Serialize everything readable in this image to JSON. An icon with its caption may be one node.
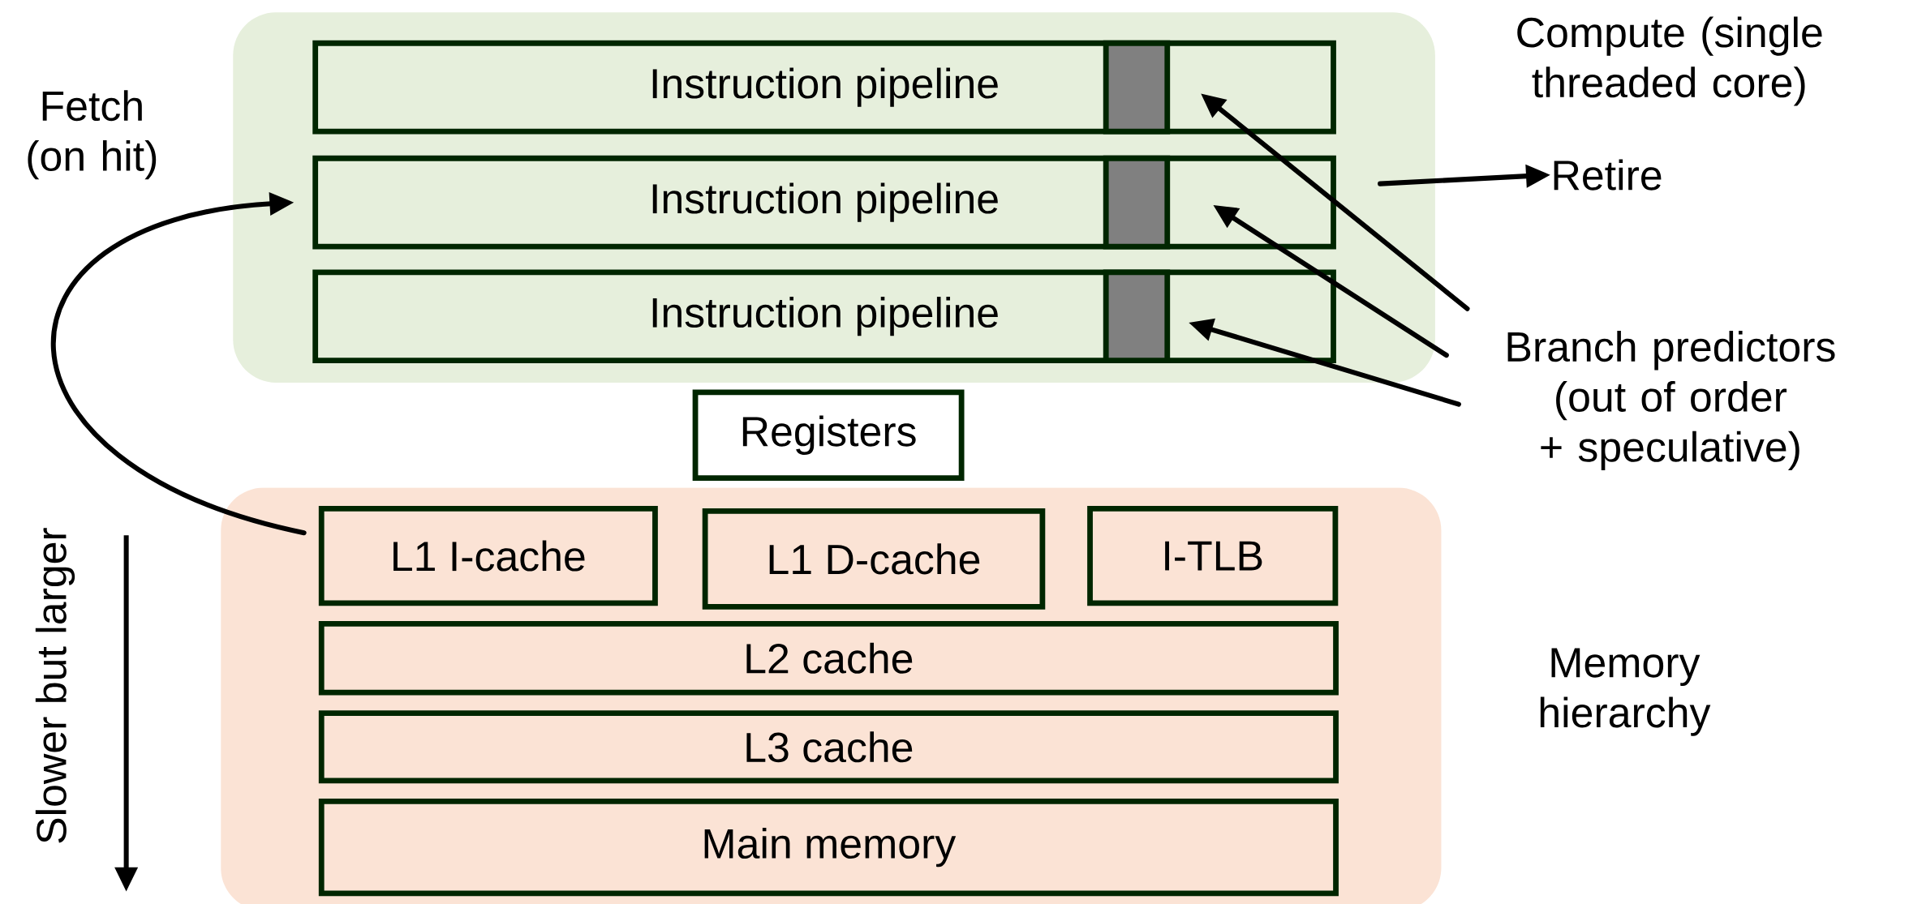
{
  "diagram": {
    "nodes": [
      {
        "text": [
          "Compute (single threaded core)"
        ]
      },
      {
        "text": [
          "Instruction pipeline"
        ],
        "in": 0
      },
      {
        "text": [
          "Instruction pipeline"
        ],
        "in": 0
      },
      {
        "text": [
          "Instruction pipeline"
        ],
        "in": 0
      },
      {
        "text": [],
        "shape": "box",
        "in": 1
      },
      {
        "text": [],
        "shape": "box",
        "in": 2
      },
      {
        "text": [],
        "shape": "box",
        "in": 3
      },
      {
        "text": [
          "Branch predictors (out of order + speculative)"
        ]
      },
      {
        "text": [
          "Retire"
        ]
      },
      {
        "text": [
          "Registers"
        ]
      },
      {
        "text": [
          "Memory hierarchy"
        ]
      },
      {
        "text": [
          "L1 I-cache"
        ],
        "in": 10
      },
      {
        "text": [
          "L1 D-cache"
        ],
        "in": 10
      },
      {
        "text": [
          "I-TLB"
        ],
        "in": 10
      },
      {
        "text": [
          "L2 cache"
        ],
        "in": 10
      },
      {
        "text": [
          "L3 cache"
        ],
        "in": 10
      },
      {
        "text": [
          "Main memory"
        ],
        "in": 10
      }
    ],
    "edges": [
      {
        "from": 7,
        "to": 4,
        "arrow": "to"
      },
      {
        "from": 7,
        "to": 5,
        "arrow": "to"
      },
      {
        "from": 7,
        "to": 6,
        "arrow": "to"
      },
      {
        "from": 0,
        "to": 8,
        "arrow": "to"
      },
      {
        "from": 11,
        "to": 2,
        "arrow": "to",
        "label": "Fetch (on hit)"
      }
    ],
    "labels": [
      "Slower but larger"
    ]
  }
}
